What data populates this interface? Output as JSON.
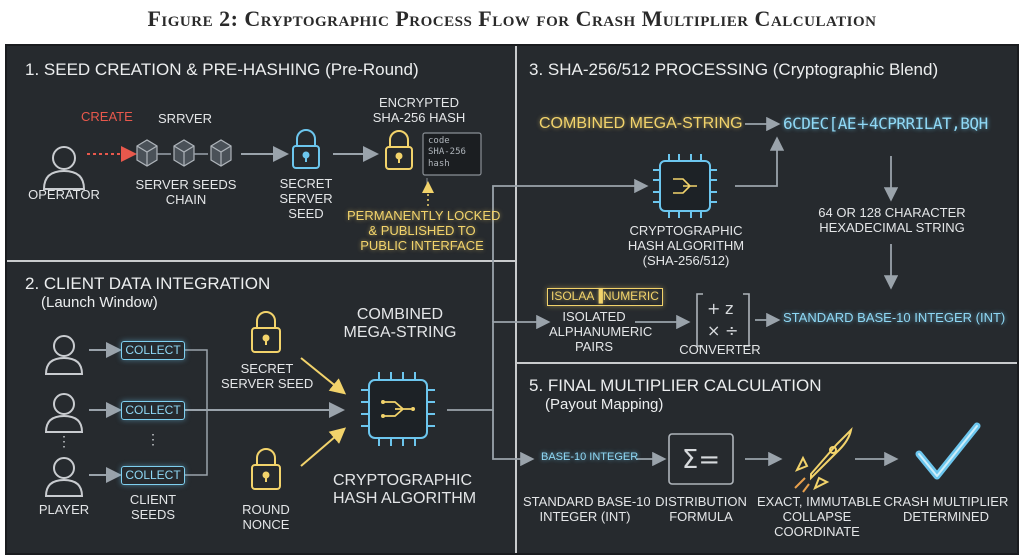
{
  "title": "Figure 2: Cryptographic Process Flow for Crash Multiplier Calculation",
  "sections": {
    "s1": {
      "title": "1. SEED CREATION & PRE-HASHING (Pre-Round)"
    },
    "s2": {
      "title": "2. CLIENT DATA INTEGRATION",
      "subtitle": "(Launch Window)"
    },
    "s3": {
      "title": "3. SHA-256/512 PROCESSING (Cryptographic Blend)"
    },
    "s5": {
      "title": "5. FINAL MULTIPLIER CALCULATION",
      "subtitle": "(Payout Mapping)"
    }
  },
  "s1": {
    "create": "CREATE",
    "operator": "OPERATOR",
    "server_label": "SRRVER",
    "server_seeds": [
      "SERVER SEEDS",
      "CHAIN"
    ],
    "secret_seed": [
      "SECRET",
      "SERVER",
      "SEED"
    ],
    "encrypted": [
      "ENCRYPTED",
      "SHA-256 HASH"
    ],
    "code": [
      "code",
      "SHA-256",
      "hash"
    ],
    "locked": [
      "PERMANENTLY LOCKED",
      "& PUBLISHED TO",
      "PUBLIC INTERFACE"
    ]
  },
  "s2": {
    "collect": [
      "COLLECT",
      "COLLECT",
      "COLLECT"
    ],
    "player": "PLAYER",
    "client_seeds": [
      "CLIENT",
      "SEEDS"
    ],
    "secret_seed": [
      "SECRET",
      "SERVER SEED"
    ],
    "round_nonce": [
      "ROUND",
      "NONCE"
    ],
    "combined": [
      "COMBINED",
      "MEGA-STRING"
    ],
    "algo": [
      "CRYPTOGRAPHIC",
      "HASH ALGORITHM"
    ]
  },
  "s3": {
    "mega": "COMBINED MEGA-STRING",
    "hex_out": "6CDEC[AE∔4CPRRILAT,BQH",
    "algo": [
      "CRYPTOGRAPHIC",
      "HASH ALGORITHM",
      "(SHA-256/512)"
    ],
    "hex_desc": [
      "64 OR 128 CHARACTER",
      "HEXADECIMAL STRING"
    ],
    "isolate_box": "ISOLAA▐NUMERIC",
    "isolated": [
      "ISOLATED",
      "ALPHANUMERIC",
      "PAIRS"
    ],
    "converter": "CONVERTER",
    "base10": "STANDARD BASE-10 INTEGER (INT)"
  },
  "s5": {
    "base10_box": "BASE-10 INTEGER",
    "std_int": [
      "STANDARD BASE-10",
      "INTEGER (INT)"
    ],
    "dist": [
      "DISTRIBUTION",
      "FORMULA"
    ],
    "exact": [
      "EXACT, IMMUTABLE",
      "COLLAPSE",
      "COORDINATE"
    ],
    "crash": [
      "CRASH MULTIPLIER",
      "DETERMINED"
    ]
  },
  "colors": {
    "panel": "#262a2e",
    "glow_blue": "#8fd8f5",
    "glow_yellow": "#f2d36b",
    "arrow": "#9aa3ab",
    "create_red": "#e8584c"
  }
}
